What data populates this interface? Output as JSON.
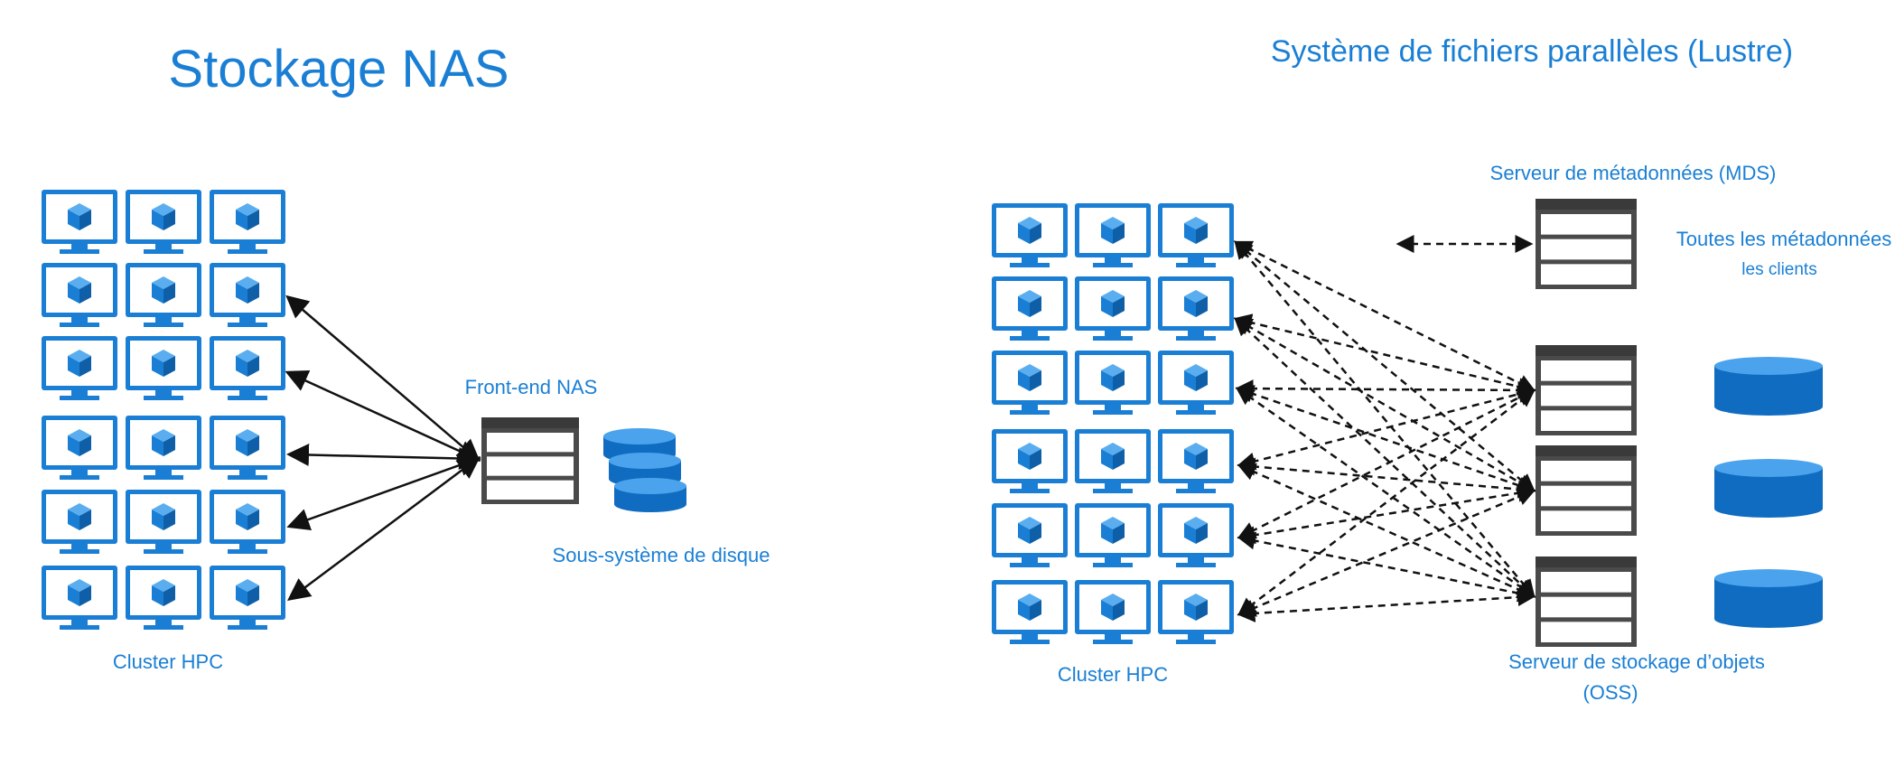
{
  "left": {
    "title": "Stockage NAS",
    "cluster_label": "Cluster HPC",
    "frontend_label": "Front-end NAS",
    "disk_label": "Sous-système de disque"
  },
  "right": {
    "title": "Système de fichiers parallèles (Lustre)",
    "cluster_label": "Cluster HPC",
    "mds_label": "Serveur de métadonnées (MDS)",
    "mds_note_line1": "Toutes les métadonnées",
    "mds_note_line2": "les clients",
    "oss_label_line1": "Serveur de stockage d’objets",
    "oss_label_line2": "(OSS)"
  },
  "colors": {
    "accent": "#1a7fd4",
    "server": "#4a4a4a",
    "arrow": "#111111"
  },
  "icons": {
    "vm": "monitor-cube-icon",
    "server": "server-rack-icon",
    "disk": "disk-cylinder-icon"
  }
}
